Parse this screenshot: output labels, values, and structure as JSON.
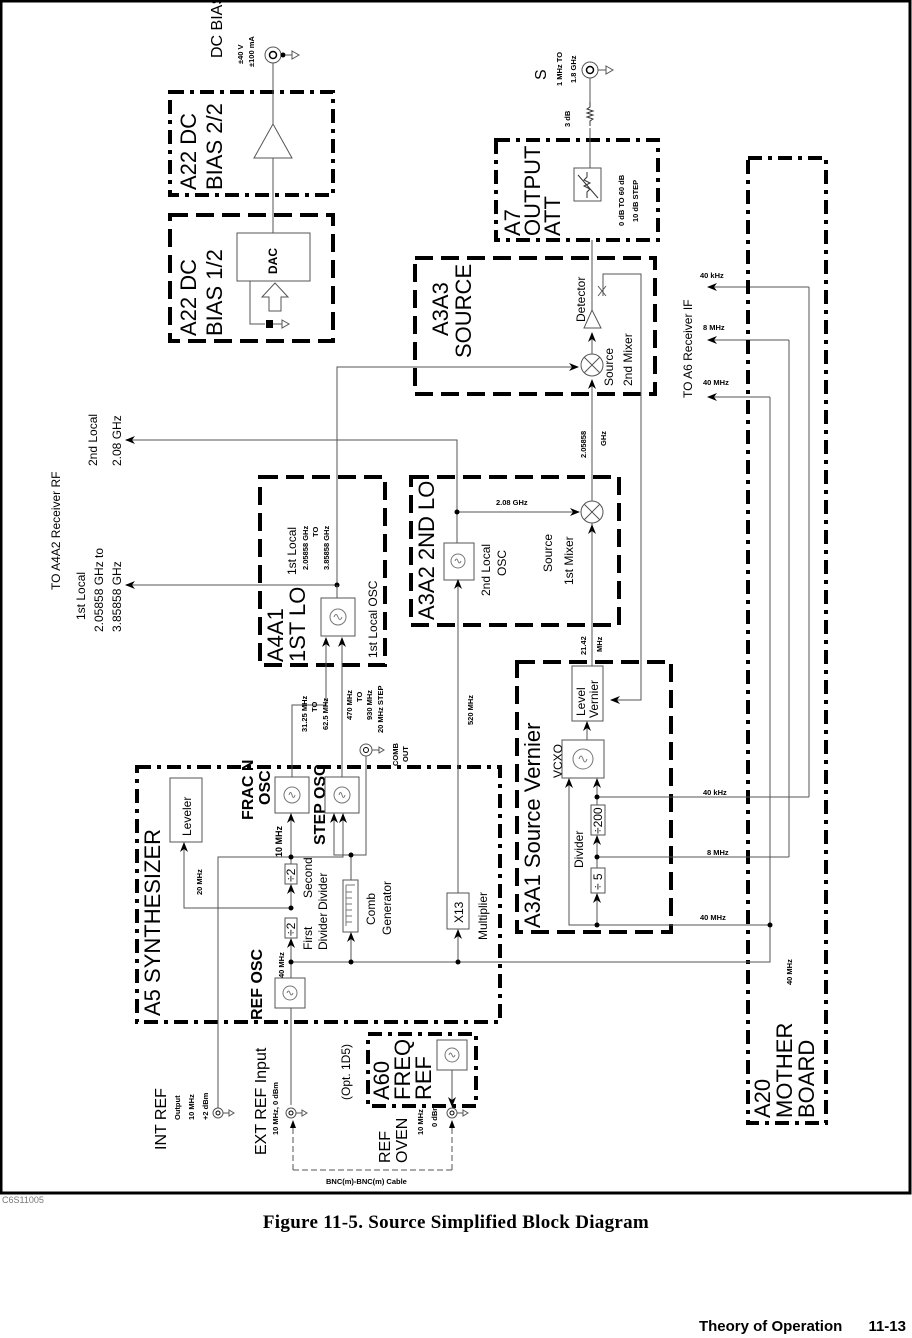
{
  "figure": {
    "id_code": "C6S11005",
    "caption": "Figure 11-5. Source Simplified Block Diagram"
  },
  "footer": {
    "section": "Theory of Operation",
    "page": "11-13"
  },
  "colors": {
    "ink": "#000000",
    "wire": "#555555",
    "background": "#ffffff"
  },
  "blocks": {
    "a22_bias2": {
      "title_l1": "A22 DC",
      "title_l2": "BIAS 2/2"
    },
    "a22_bias1": {
      "title_l1": "A22 DC",
      "title_l2": "BIAS 1/2",
      "dac": "DAC"
    },
    "dc_bias": {
      "label": "DC BIAS",
      "spec1": "±40 V",
      "spec2": "±100 mA"
    },
    "a3a3": {
      "title_l1": "A3A3",
      "title_l2": "SOURCE",
      "detector": "Detector",
      "mixer_l1": "Source",
      "mixer_l2": "2nd Mixer"
    },
    "a7": {
      "title_l1": "A7",
      "title_l2": "OUTPUT",
      "title_l3": "ATT",
      "range": "0 dB TO 60 dB",
      "step": "10 dB STEP"
    },
    "output_s": {
      "label": "S",
      "range_l1": "1 MHz TO",
      "range_l2": "1.8 GHz",
      "pad": "3 dB"
    },
    "a4a1": {
      "title_l1": "A4A1",
      "title_l2": "1ST LO",
      "osc": "1st Local OSC",
      "freq_l1": "1st Local",
      "freq_l2": "2.05858 GHz",
      "freq_l3": "TO",
      "freq_l4": "3.85858 GHz"
    },
    "a3a2": {
      "title": "A3A2 2ND LO",
      "osc_l1": "2nd Local",
      "osc_l2": "OSC",
      "mixer_l1": "Source",
      "mixer_l2": "1st Mixer",
      "lo_freq": "2.08 GHz"
    },
    "a3a1": {
      "title": "A3A1 Source Vernier",
      "vcxo": "VCXO",
      "level_l1": "Level",
      "level_l2": "Vernier",
      "divider": "Divider",
      "div200": "÷200",
      "div5": "÷ 5"
    },
    "a5": {
      "title": "A5 SYNTHESIZER",
      "leveler": "Leveler",
      "frac_l1": "FRAC N",
      "frac_l2": "OSC",
      "step_osc": "STEP OSC",
      "second_div_l1": "Second",
      "second_div_l2": "Divider",
      "first_div_l1": "First",
      "first_div_l2": "Divider",
      "div2": "÷2",
      "comb_l1": "Comb",
      "comb_l2": "Generator",
      "x13": "X13",
      "multiplier": "Multiplier",
      "ref_osc": "REF OSC"
    },
    "a60": {
      "opt": "(Opt. 1D5)",
      "title_l1": "A60",
      "title_l2": "FREQ",
      "title_l3": "REF"
    },
    "a20": {
      "title_l1": "A20",
      "title_l2": "MOTHER",
      "title_l3": "BOARD"
    }
  },
  "signals": {
    "to_a4a2": "TO A4A2 Receiver RF",
    "first_local_l1": "1st Local",
    "first_local_l2": "2.05858 GHz to",
    "first_local_l3": "3.85858 GHz",
    "second_local_l1": "2nd Local",
    "second_local_l2": "2.08 GHz",
    "to_a6": "TO A6 Receiver IF",
    "if_40khz": "40 kHz",
    "if_8mhz": "8 MHz",
    "if_40mhz": "40 MHz",
    "mixer2_in_l1": "2.05858",
    "mixer2_in_l2": "GHz",
    "if_2142_l1": "21.42",
    "if_2142_l2": "MHz",
    "frac_out_l1": "31.25 MHz",
    "frac_out_l2": "TO",
    "frac_out_l3": "62.5 MHz",
    "step_out_l1": "470 MHz",
    "step_out_l2": "TO",
    "step_out_l3": "930 MHz",
    "step_out_l4": "20 MHz STEP",
    "comb_out_l1": "COMB",
    "comb_out_l2": "OUT",
    "mult_out": "520 MHz",
    "ten_mhz": "10 MHz",
    "twenty_mhz": "20 MHz",
    "forty_mhz": "40 MHz",
    "vernier_40khz": "40 kHz",
    "vernier_8mhz": "8 MHz",
    "vernier_40mhz": "40 MHz",
    "mb_40mhz": "40 MHz",
    "int_ref_l1": "INT REF",
    "int_ref_l2": "Output",
    "int_ref_l3": "10 MHz",
    "int_ref_l4": "+2 dBm",
    "ext_ref_l1": "EXT REF Input",
    "ext_ref_l2": "10 MHz, 0 dBm",
    "ref_oven_l1": "REF",
    "ref_oven_l2": "OVEN",
    "ref_oven_l3": "10 MHz",
    "ref_oven_l4": "0 dBm",
    "cable": "BNC(m)-BNC(m) Cable"
  }
}
